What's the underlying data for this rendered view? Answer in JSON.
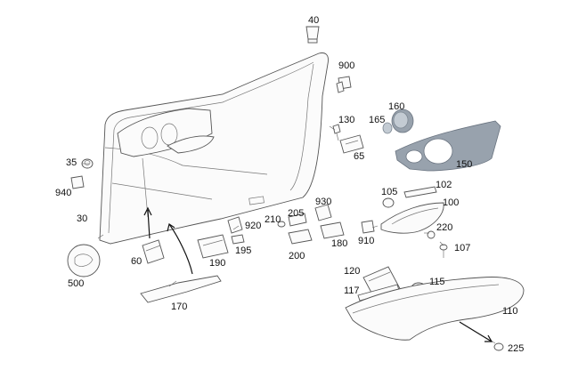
{
  "diagram": {
    "callouts": [
      {
        "id": "c40",
        "label": "40"
      },
      {
        "id": "c900",
        "label": "900"
      },
      {
        "id": "c160",
        "label": "160"
      },
      {
        "id": "c130",
        "label": "130"
      },
      {
        "id": "c165",
        "label": "165"
      },
      {
        "id": "c65",
        "label": "65"
      },
      {
        "id": "c150",
        "label": "150"
      },
      {
        "id": "c35",
        "label": "35"
      },
      {
        "id": "c940",
        "label": "940"
      },
      {
        "id": "c30",
        "label": "30"
      },
      {
        "id": "c105",
        "label": "105"
      },
      {
        "id": "c102",
        "label": "102"
      },
      {
        "id": "c100",
        "label": "100"
      },
      {
        "id": "c930",
        "label": "930"
      },
      {
        "id": "c205",
        "label": "205"
      },
      {
        "id": "c210",
        "label": "210"
      },
      {
        "id": "c920",
        "label": "920"
      },
      {
        "id": "c220",
        "label": "220"
      },
      {
        "id": "c910",
        "label": "910"
      },
      {
        "id": "c107",
        "label": "107"
      },
      {
        "id": "c195",
        "label": "195"
      },
      {
        "id": "c180",
        "label": "180"
      },
      {
        "id": "c200",
        "label": "200"
      },
      {
        "id": "c60",
        "label": "60"
      },
      {
        "id": "c190",
        "label": "190"
      },
      {
        "id": "c500",
        "label": "500"
      },
      {
        "id": "c120",
        "label": "120"
      },
      {
        "id": "c115",
        "label": "115"
      },
      {
        "id": "c117",
        "label": "117"
      },
      {
        "id": "c170",
        "label": "170"
      },
      {
        "id": "c110",
        "label": "110"
      },
      {
        "id": "c225",
        "label": "225"
      }
    ]
  }
}
